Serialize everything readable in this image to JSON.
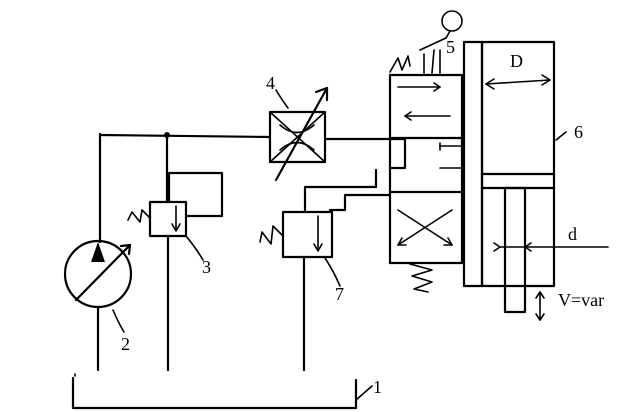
{
  "labels": {
    "tank": "1",
    "pump": "2",
    "relief_valve": "3",
    "throttle": "4",
    "directional_valve": "5",
    "cylinder": "6",
    "pressure_valve": "7",
    "piston_diameter": "D",
    "rod_diameter": "d",
    "rod_velocity": "V=var"
  }
}
